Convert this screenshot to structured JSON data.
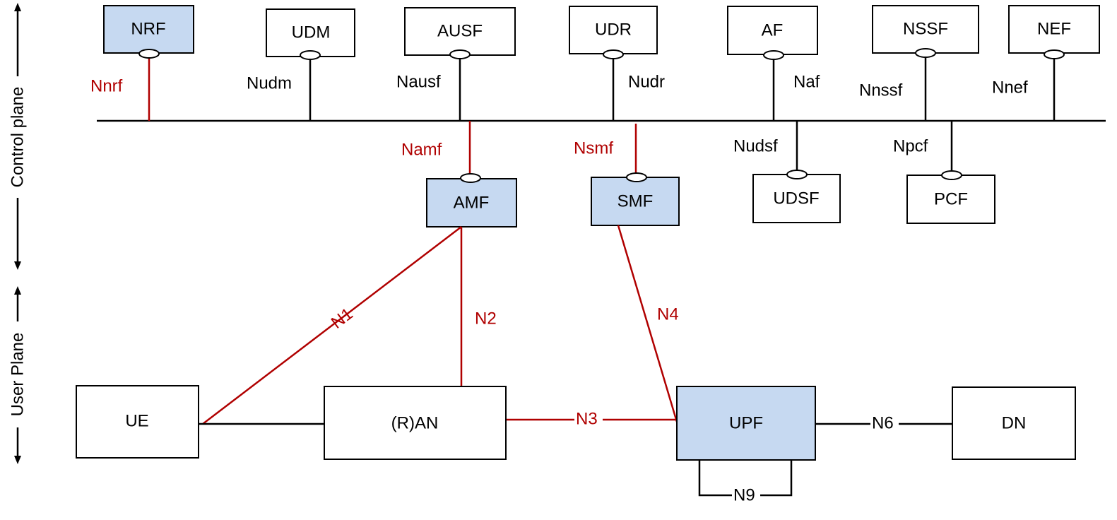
{
  "planes": {
    "control": "Control plane",
    "user": "User Plane"
  },
  "nfs": {
    "nrf": "NRF",
    "udm": "UDM",
    "ausf": "AUSF",
    "udr": "UDR",
    "af": "AF",
    "nssf": "NSSF",
    "nef": "NEF",
    "amf": "AMF",
    "smf": "SMF",
    "udsf": "UDSF",
    "pcf": "PCF",
    "ue": "UE",
    "ran": "(R)AN",
    "upf": "UPF",
    "dn": "DN"
  },
  "interfaces": {
    "nnrf": "Nnrf",
    "nudm": "Nudm",
    "nausf": "Nausf",
    "nudr": "Nudr",
    "naf": "Naf",
    "nnssf": "Nnssf",
    "nnef": "Nnef",
    "namf": "Namf",
    "nsmf": "Nsmf",
    "nudsf": "Nudsf",
    "npcf": "Npcf",
    "n1": "N1",
    "n2": "N2",
    "n3": "N3",
    "n4": "N4",
    "n6": "N6",
    "n9": "N9"
  },
  "colors": {
    "highlight_fill": "#c6d9f1",
    "reference_point": "#b00000",
    "line": "#000000"
  }
}
